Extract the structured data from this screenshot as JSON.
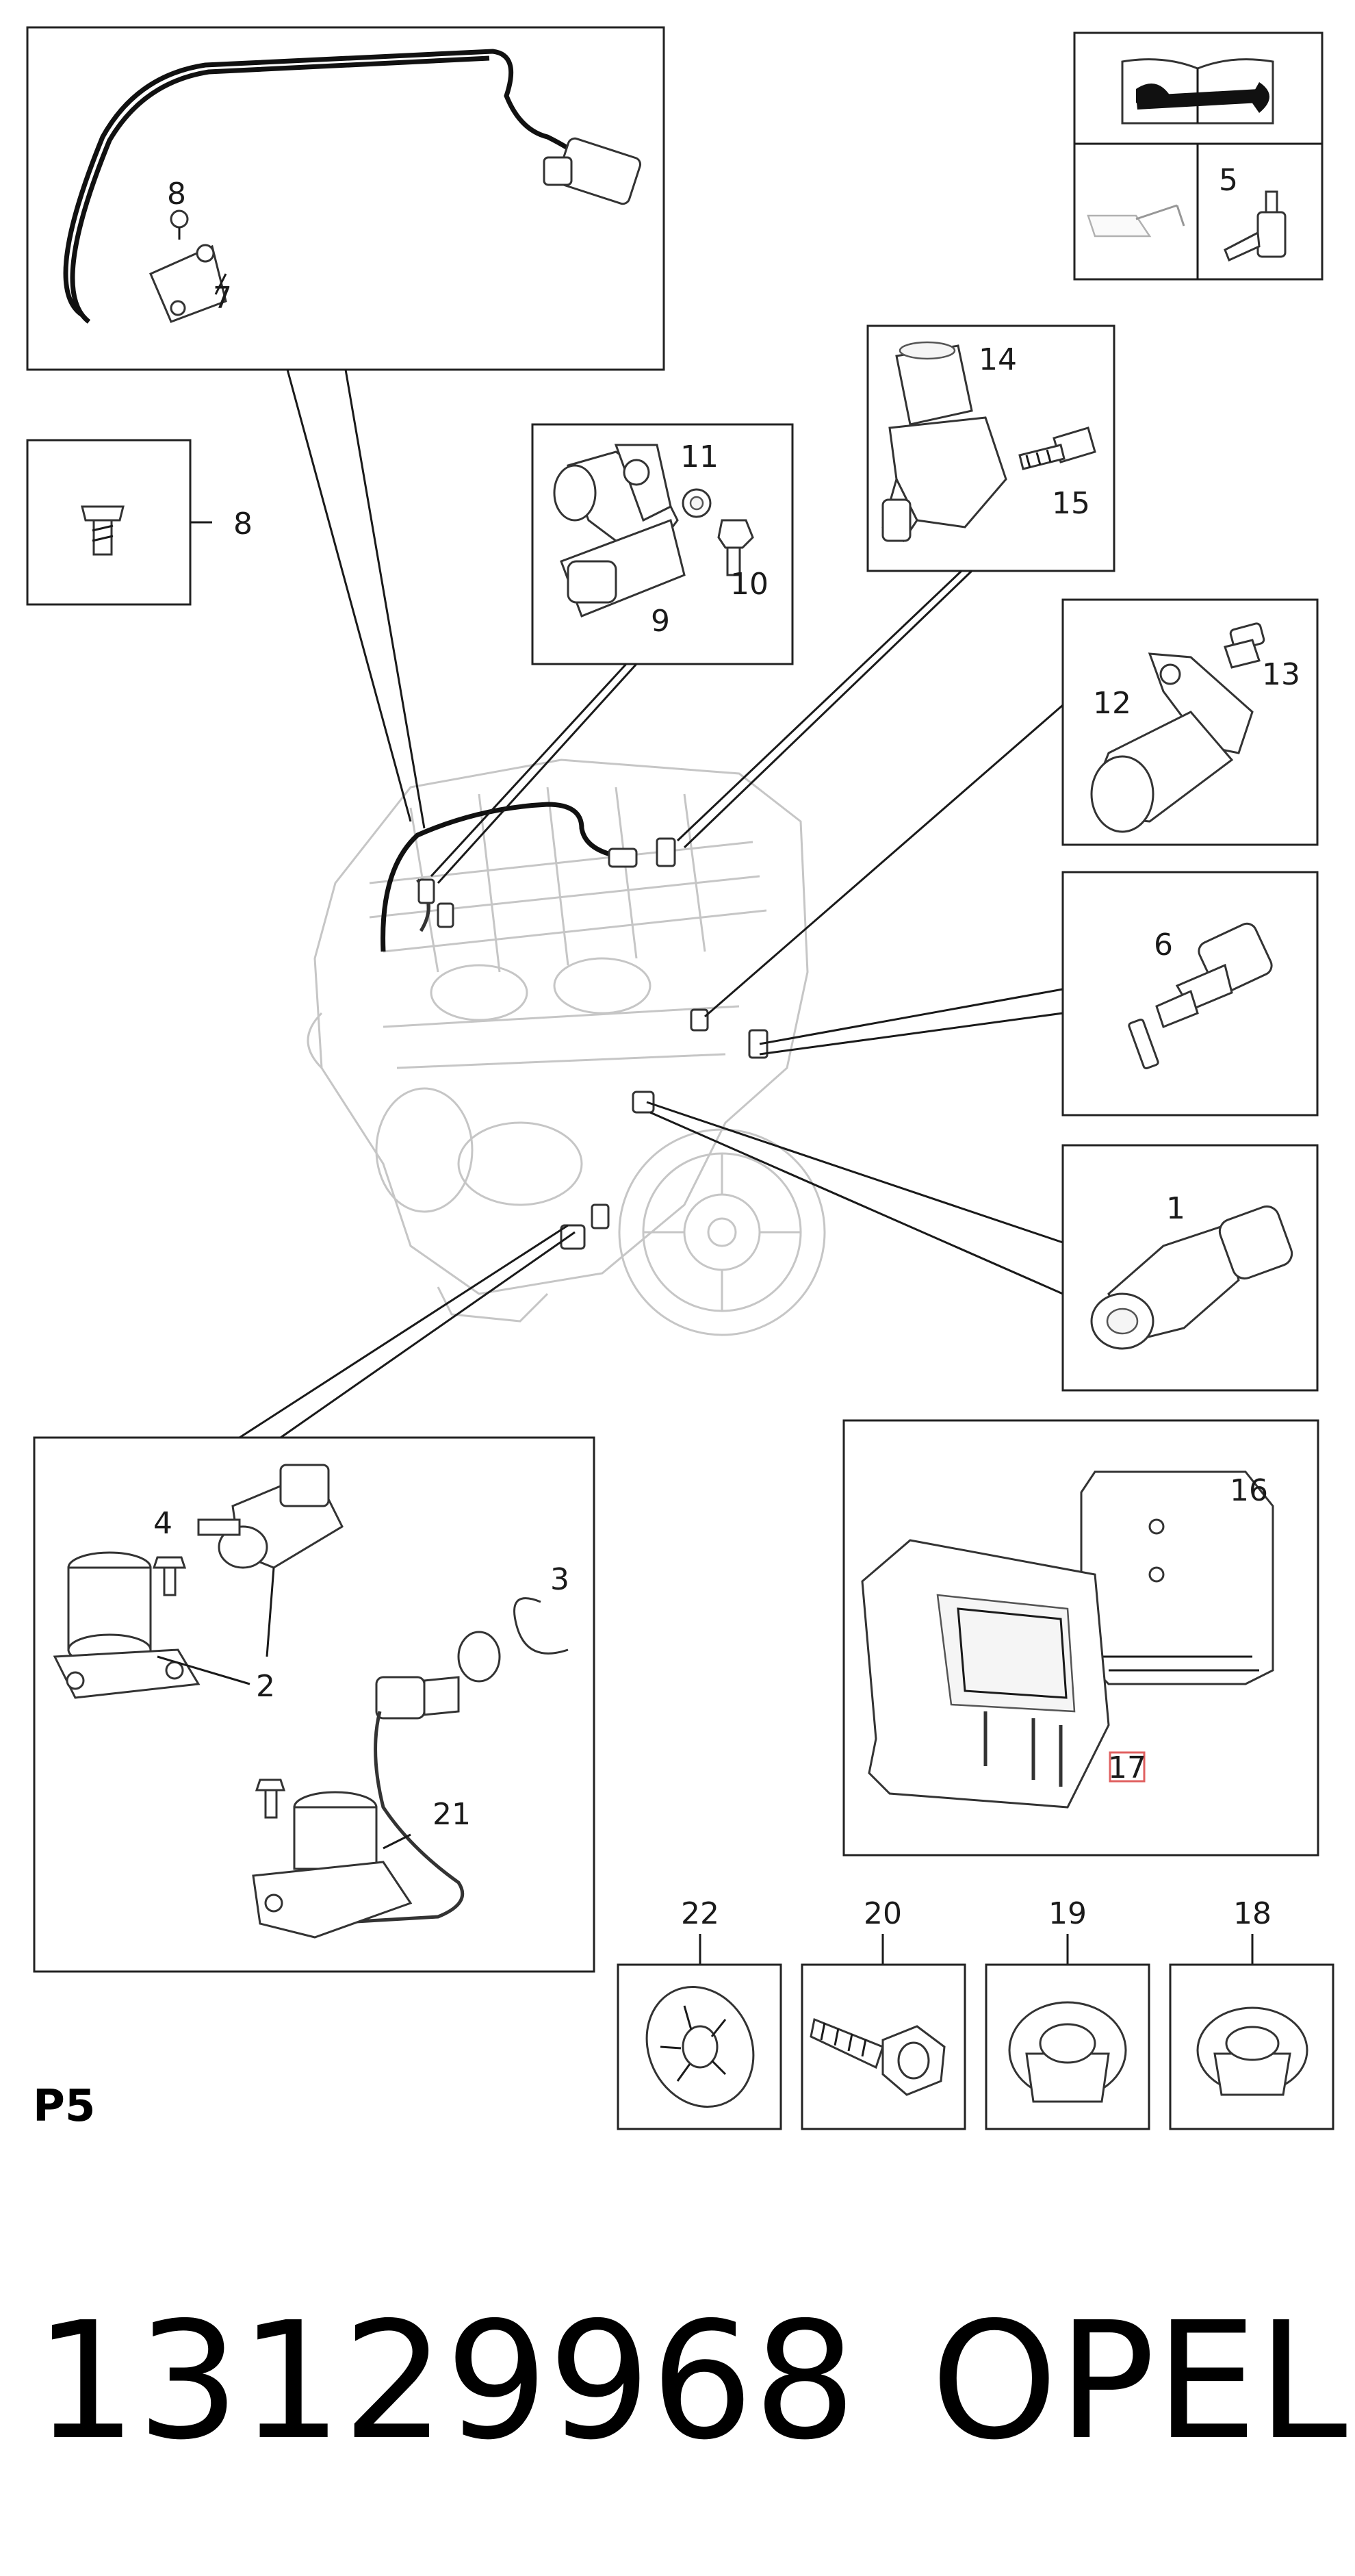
{
  "parts": {
    "p1": "1",
    "p2": "2",
    "p3": "3",
    "p4": "4",
    "p5": "5",
    "p6": "6",
    "p7": "7",
    "p8": "8",
    "p9": "9",
    "p10": "10",
    "p11": "11",
    "p12": "12",
    "p13": "13",
    "p14": "14",
    "p15": "15",
    "p16": "16",
    "p17": "17",
    "p18": "18",
    "p19": "19",
    "p20": "20",
    "p21": "21",
    "p22": "22"
  },
  "section_label": "P5",
  "part_number": "13129968",
  "brand": "OPEL",
  "colors": {
    "highlight": "#e06060",
    "line": "#1a1a1a",
    "ghost": "#c6c6c6"
  },
  "icons": [
    "manual-wrench-icon",
    "oil-can-icon",
    "sensor-probe-icon"
  ]
}
